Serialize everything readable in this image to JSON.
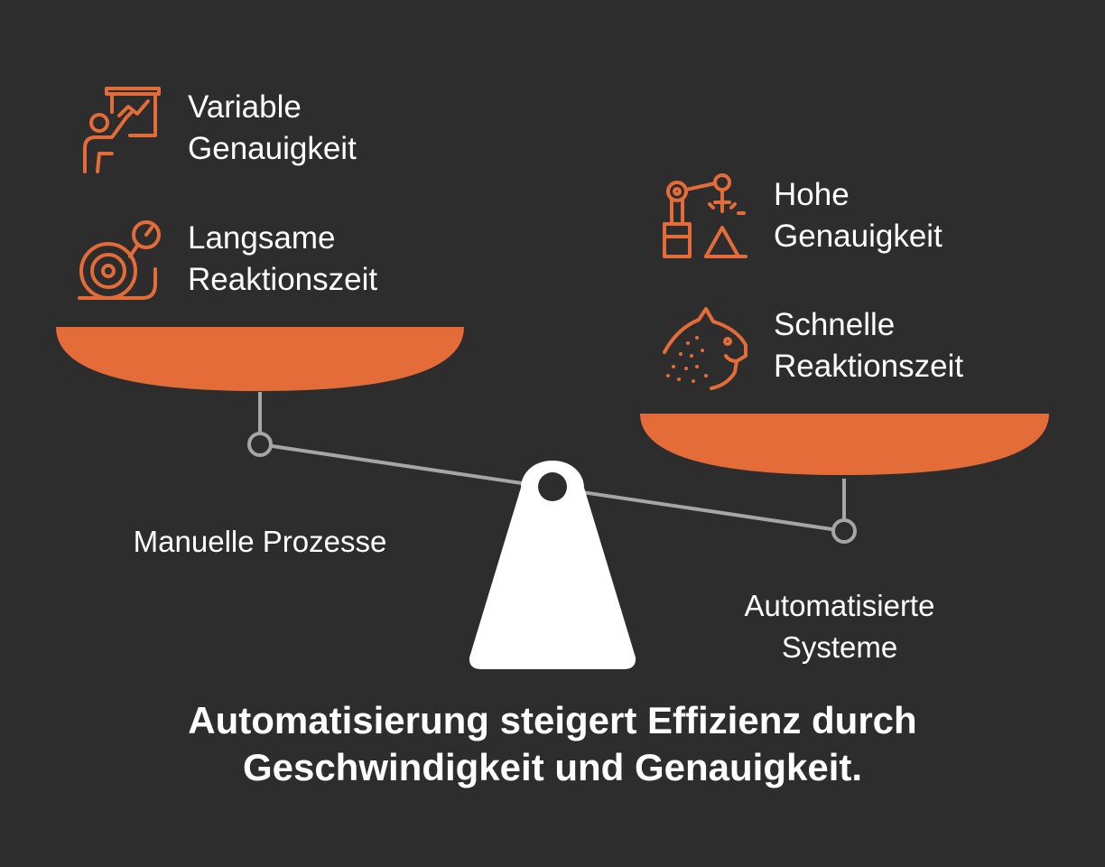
{
  "colors": {
    "background": "#2d2d2d",
    "accent": "#e46c39",
    "beam": "#a6a6a6",
    "fulcrum": "#ffffff",
    "text": "#ffffff"
  },
  "left": {
    "side_label": "Manuelle Prozesse",
    "items": [
      {
        "icon": "presenter-chart-icon",
        "line1": "Variable",
        "line2": "Genauigkeit"
      },
      {
        "icon": "snail-icon",
        "line1": "Langsame",
        "line2": "Reaktionszeit"
      }
    ]
  },
  "right": {
    "side_label_line1": "Automatisierte",
    "side_label_line2": "Systeme",
    "items": [
      {
        "icon": "robot-arm-icon",
        "line1": "Hohe",
        "line2": "Genauigkeit"
      },
      {
        "icon": "cheetah-icon",
        "line1": "Schnelle",
        "line2": "Reaktionszeit"
      }
    ]
  },
  "caption": {
    "line1": "Automatisierung steigert Effizienz durch",
    "line2": "Geschwindigkeit und Genauigkeit."
  }
}
